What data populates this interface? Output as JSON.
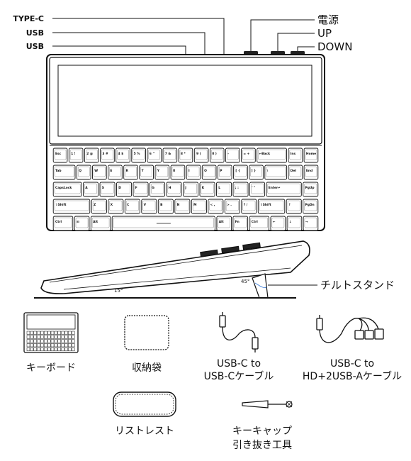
{
  "labels": {
    "type_c": "TYPE-C",
    "usb_1": "USB",
    "usb_2": "USB",
    "power": "電源",
    "up": "UP",
    "down": "DOWN",
    "tilt_stand": "チルトスタンド"
  },
  "items": [
    {
      "name": "keyboard",
      "caption": "キーボード"
    },
    {
      "name": "storage-bag",
      "caption": "収納袋"
    },
    {
      "name": "usbc-cable",
      "caption_lines": [
        "USB-C to",
        "USB-Cケーブル"
      ]
    },
    {
      "name": "hd-cable",
      "caption_lines": [
        "USB-C to",
        "HD+2USB-Aケーブル"
      ]
    },
    {
      "name": "wrist-rest",
      "caption": "リストレスト"
    },
    {
      "name": "keycap-puller",
      "caption_lines": [
        "キーキャップ",
        "引き抜き工具"
      ]
    }
  ],
  "keys": {
    "row1": [
      "Esc",
      "1 !",
      "2 @",
      "3 #",
      "4 $",
      "5 %",
      "6 ^",
      "7 &",
      "8 *",
      "9 (",
      "0 )",
      "-",
      "= +",
      "←Back",
      "Ins",
      "Home"
    ],
    "row2": [
      "Tab",
      "Q",
      "W",
      "E",
      "R",
      "T",
      "Y",
      "U",
      "I",
      "O",
      "P",
      "[ {",
      "] }",
      "\\",
      "Del",
      "End"
    ],
    "row3": [
      "CapsLock",
      "A",
      "S",
      "D",
      "F",
      "G",
      "H",
      "J",
      "K",
      "L",
      "; :",
      "' \"",
      "Enter↵",
      "PgUp"
    ],
    "row4": [
      "⇧Shift",
      "Z",
      "X",
      "C",
      "V",
      "B",
      "N",
      "M",
      "< ,",
      "> .",
      "? /",
      "⇧Shift",
      "↑",
      "PgDn"
    ],
    "row5": [
      "Ctrl",
      "⊞",
      "Alt",
      "",
      "Alt",
      "Fn",
      "Ctrl",
      "←",
      "↓",
      "→"
    ]
  }
}
